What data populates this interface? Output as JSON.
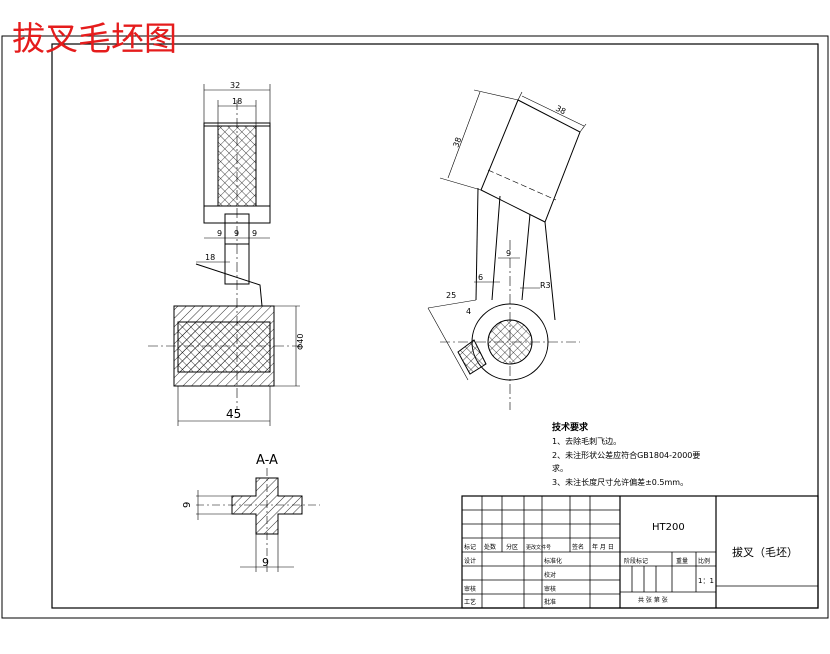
{
  "title": "拔叉毛坯图",
  "dimensions": {
    "top_width": "32",
    "inner_width": "18",
    "web_left": "9",
    "web_mid": "9",
    "web_right": "9",
    "web_height": "18",
    "bore_dia": "Φ40",
    "base_len": "45",
    "pad_x": "38",
    "pad_y": "38",
    "arm_w": "9",
    "arm_t": "6",
    "arm_len": "25",
    "arm_4": "4",
    "radius": "R3",
    "section_h": "9",
    "section_w": "9"
  },
  "section_label": "A-A",
  "notes": {
    "heading": "技术要求",
    "item1": "1、去除毛刺飞边。",
    "item2a": "2、未注形状公差应符合GB1804-2000要",
    "item2b": "求。",
    "item3": "3、未注长度尺寸允许偏差±0.5mm。"
  },
  "title_block": {
    "material": "HT200",
    "part_name": "拔叉（毛坯）",
    "hdr_mark": "标记",
    "hdr_count": "处数",
    "hdr_zone": "分区",
    "hdr_docno": "更改文件号",
    "hdr_sign": "签名",
    "hdr_date": "年 月 日",
    "designer": "设计",
    "standard": "标准化",
    "stage_mark": "阶段标记",
    "weight": "重量",
    "scale": "比例",
    "scale_value": "1：1",
    "checker": "审核",
    "process": "工艺",
    "approve": "批准",
    "sheet_info": "共  张  第  张",
    "blank1": "校对",
    "blank2": "审核"
  }
}
